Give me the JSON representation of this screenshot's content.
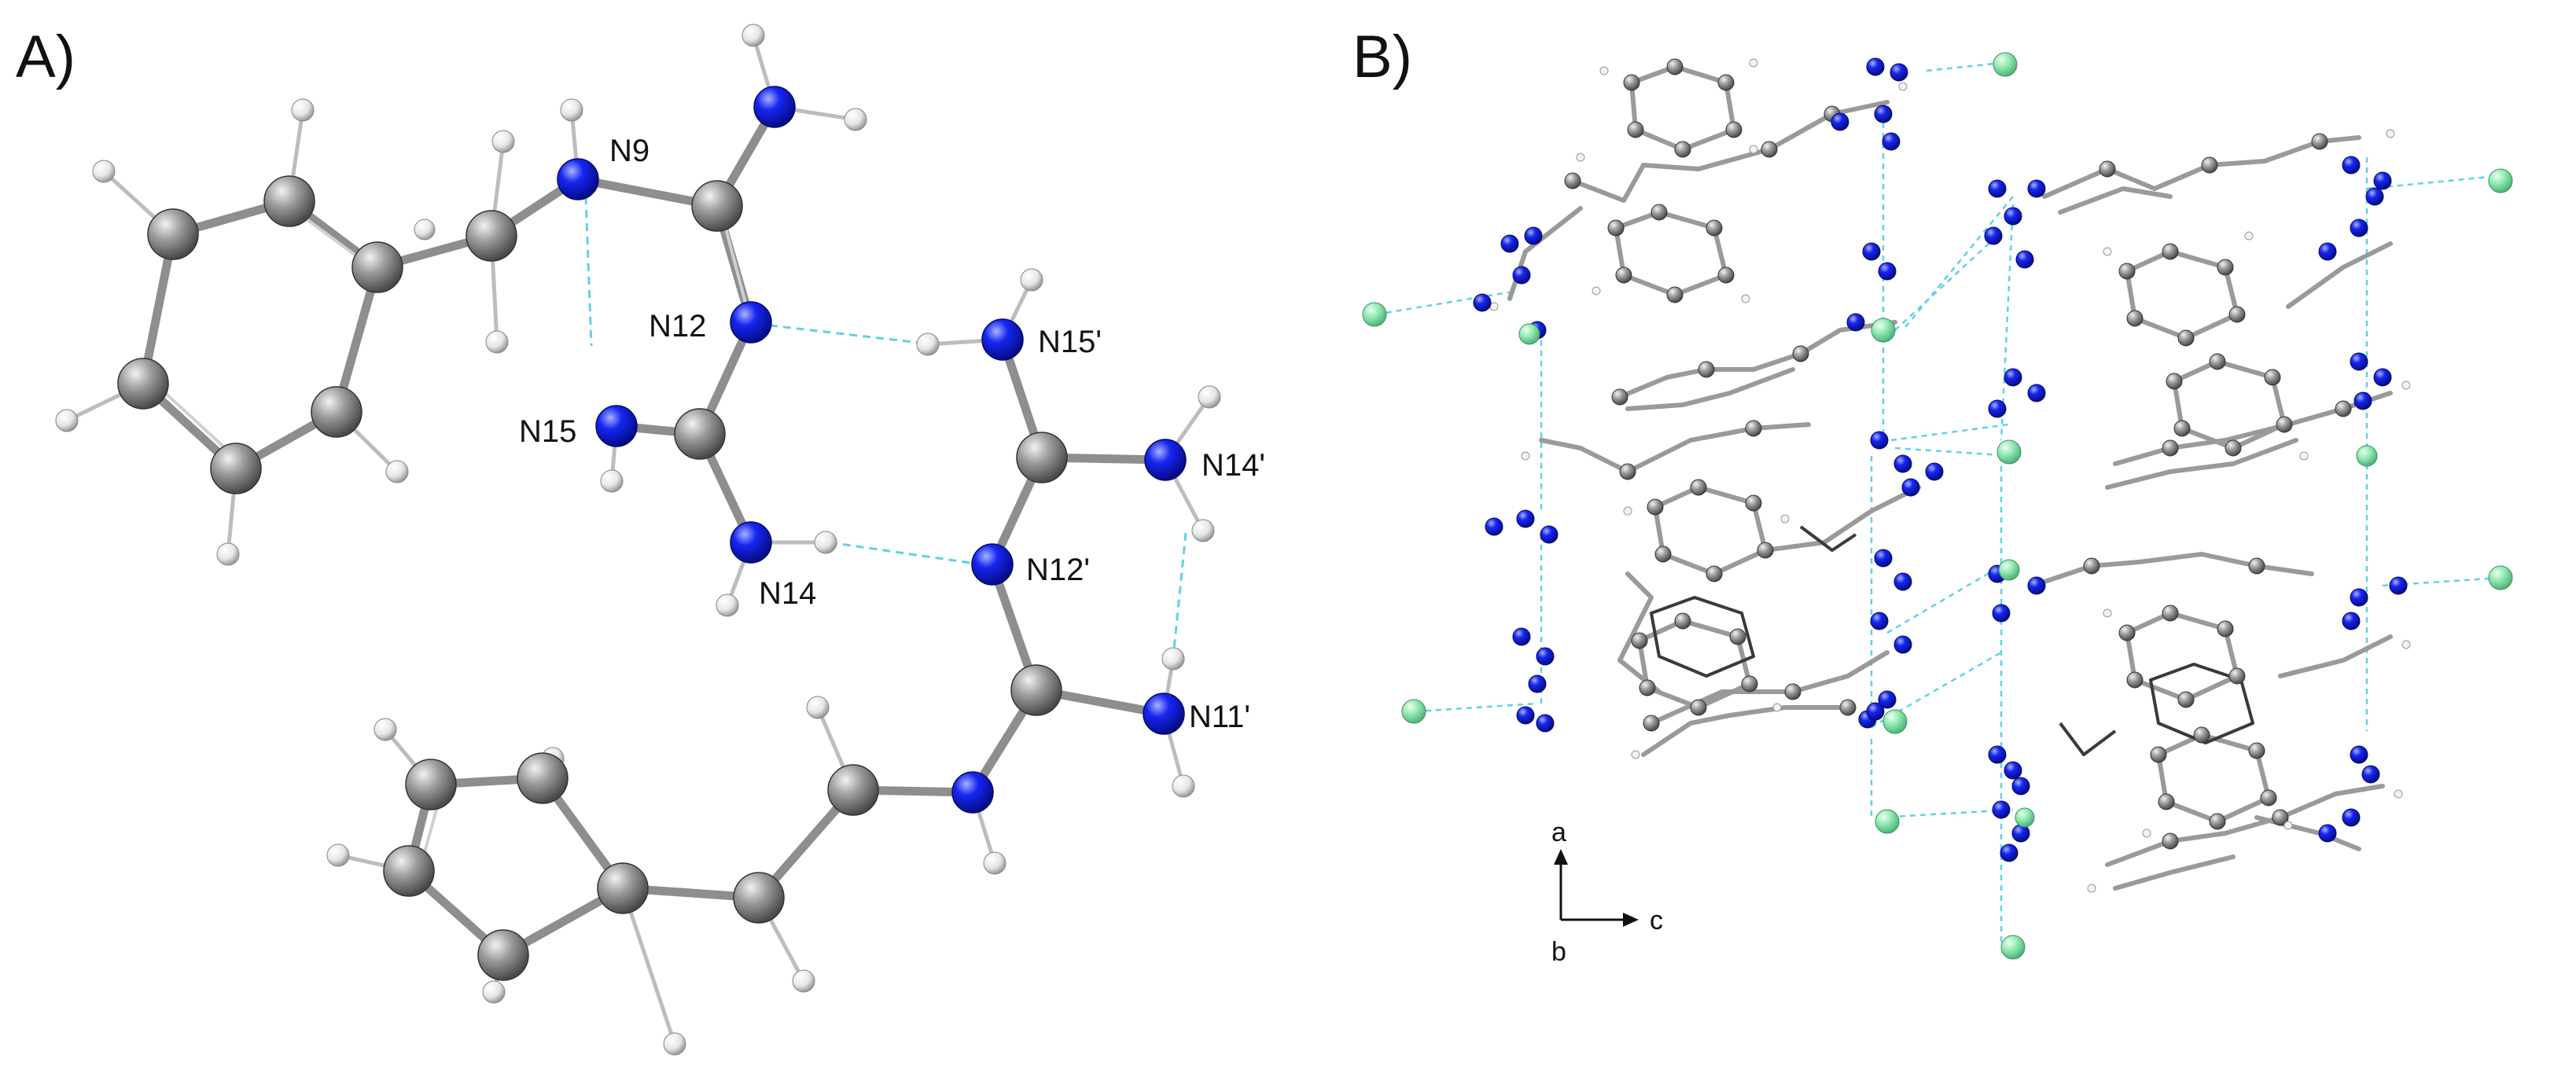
{
  "panels": {
    "a": {
      "label": "A)"
    },
    "b": {
      "label": "B)"
    }
  },
  "atom_labels": {
    "n9": "N9",
    "n12": "N12",
    "n15": "N15",
    "n14": "N14",
    "n15p": "N15'",
    "n14p": "N14'",
    "n12p": "N12'",
    "n11p": "N11'"
  },
  "axes": {
    "a": "a",
    "b": "b",
    "c": "c"
  },
  "colors": {
    "carbon": "#8c8c8c",
    "hydrogen": "#e4e4e4",
    "nitrogen": "#0b17e8",
    "chloride": "#8ee8b0",
    "hbond": "#5fd2e8",
    "bond": "#9a9a9a"
  }
}
